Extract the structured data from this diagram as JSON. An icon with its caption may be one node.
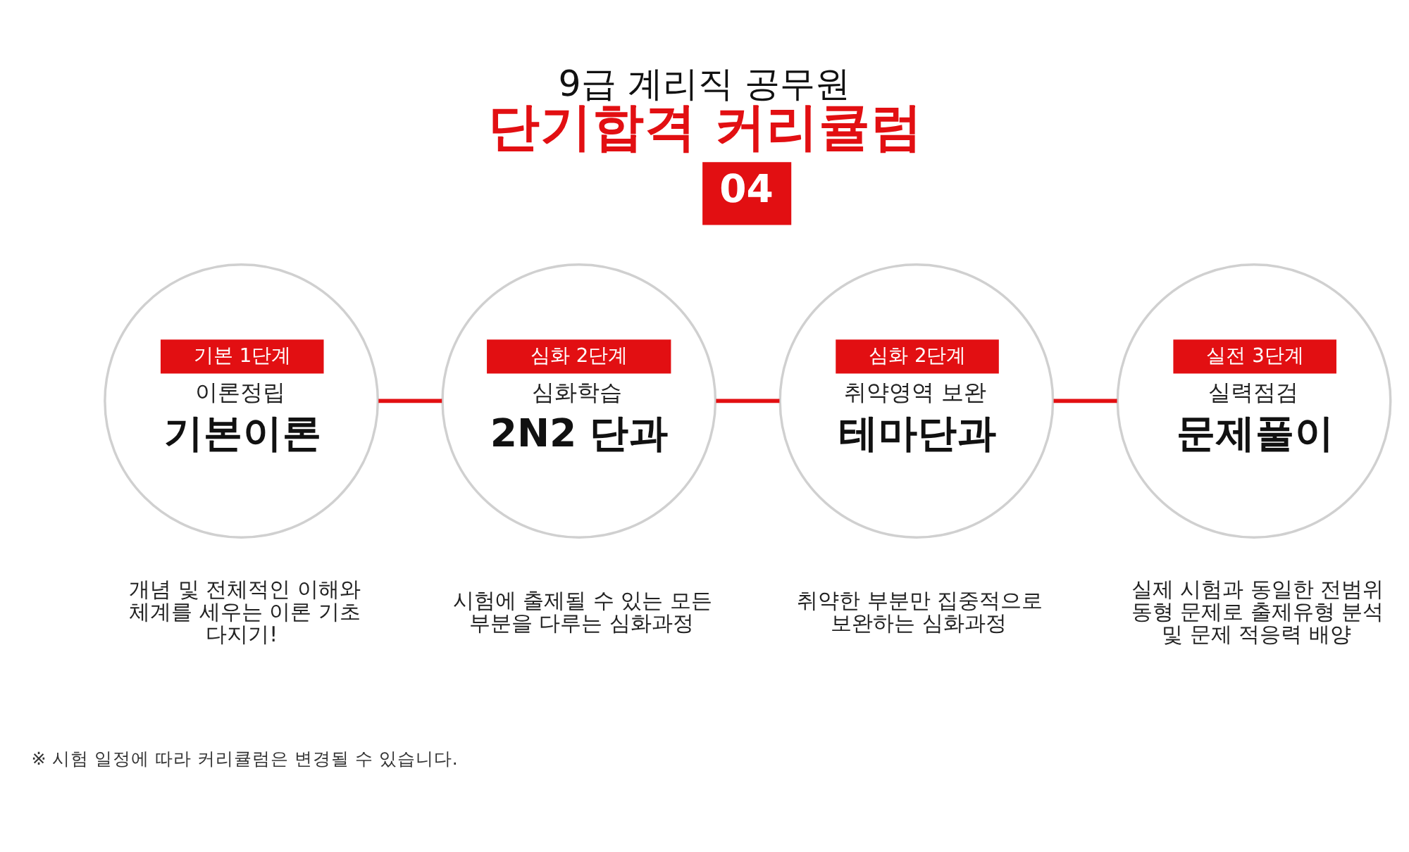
{
  "diagram": {
    "title": "9급 계리직 공무원 단기합격 커리큘럼",
    "nodes": [
      {
        "text": [
          "04"
        ]
      },
      {
        "text": [
          "기본 1단계",
          "이론정립",
          "기본이론"
        ],
        "beside": [
          "개념 및 전체적인 이해와 체계를 세우는 이론 기초 다지기!"
        ]
      },
      {
        "text": [
          "심화 2단계",
          "심화학습",
          "2N2 단과"
        ],
        "beside": [
          "시험에 출제될 수 있는 모든 부분을 다루는 심화과정"
        ]
      },
      {
        "text": [
          "심화 2단계",
          "취약영역 보완",
          "테마단과"
        ],
        "beside": [
          "취약한 부분만 집중적으로 보완하는 심화과정"
        ]
      },
      {
        "text": [
          "실전 3단계",
          "실력점검",
          "문제풀이"
        ],
        "beside": [
          "실제 시험과 동일한 전범위 동형 문제로 출제유형 분석 및 문제 적응력 배양"
        ]
      }
    ],
    "edges": [
      {
        "from": 1,
        "to": 2,
        "arrow": "none"
      },
      {
        "from": 2,
        "to": 3,
        "arrow": "none"
      },
      {
        "from": 3,
        "to": 4,
        "arrow": "none"
      }
    ],
    "labels": [
      "※ 시험 일정에 따라 커리큘럼은 변경될 수 있습니다."
    ]
  }
}
